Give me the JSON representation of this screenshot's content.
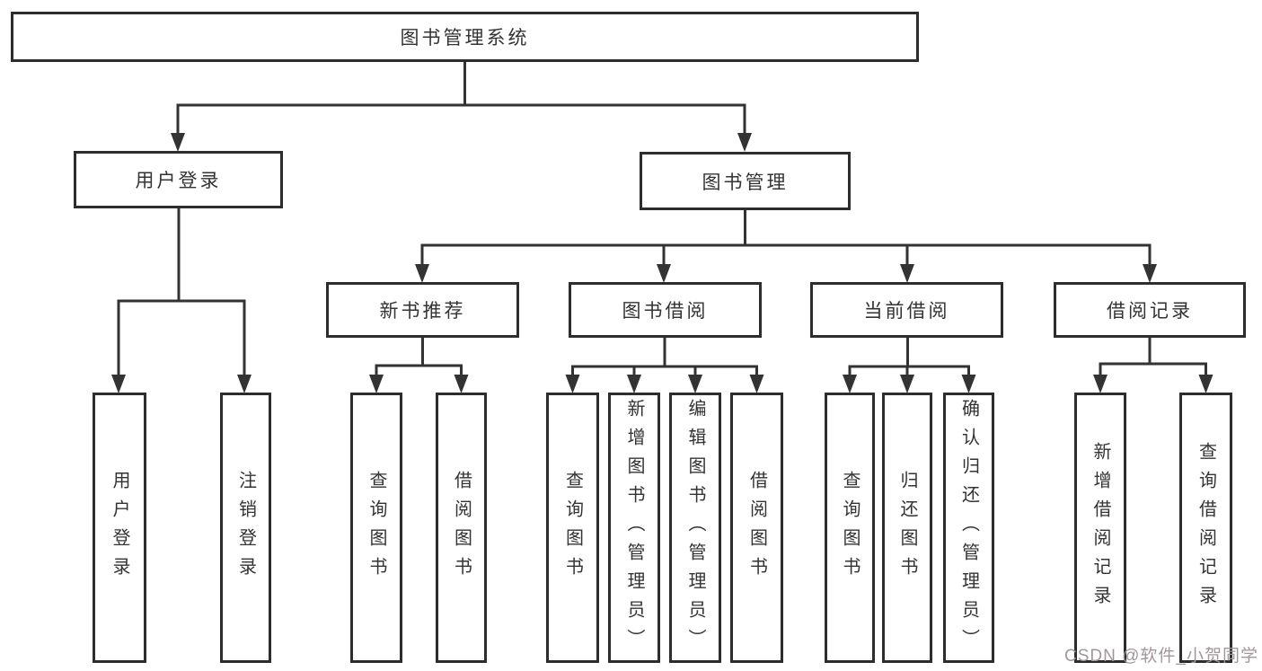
{
  "tree": {
    "root": {
      "label": "图书管理系统"
    },
    "children": [
      {
        "label": "用户登录",
        "children": [
          {
            "label": "用户登录"
          },
          {
            "label": "注销登录"
          }
        ]
      },
      {
        "label": "图书管理",
        "children": [
          {
            "label": "新书推荐",
            "children": [
              {
                "label": "查询图书"
              },
              {
                "label": "借阅图书"
              }
            ]
          },
          {
            "label": "图书借阅",
            "children": [
              {
                "label": "查询图书"
              },
              {
                "label": "新增图书（管理员）"
              },
              {
                "label": "编辑图书（管理员）"
              },
              {
                "label": "借阅图书"
              }
            ]
          },
          {
            "label": "当前借阅",
            "children": [
              {
                "label": "查询图书"
              },
              {
                "label": "归还图书"
              },
              {
                "label": "确认归还（管理员）"
              }
            ]
          },
          {
            "label": "借阅记录",
            "children": [
              {
                "label": "新增借阅记录"
              },
              {
                "label": "查询借阅记录"
              }
            ]
          }
        ]
      }
    ]
  },
  "watermark": {
    "text": "CSDN @软件_小贺同学",
    "color": "#a39698"
  },
  "colors": {
    "background": "#ffffff",
    "line": "#333333",
    "box_border": "#2d2d2d",
    "text": "#333333"
  }
}
